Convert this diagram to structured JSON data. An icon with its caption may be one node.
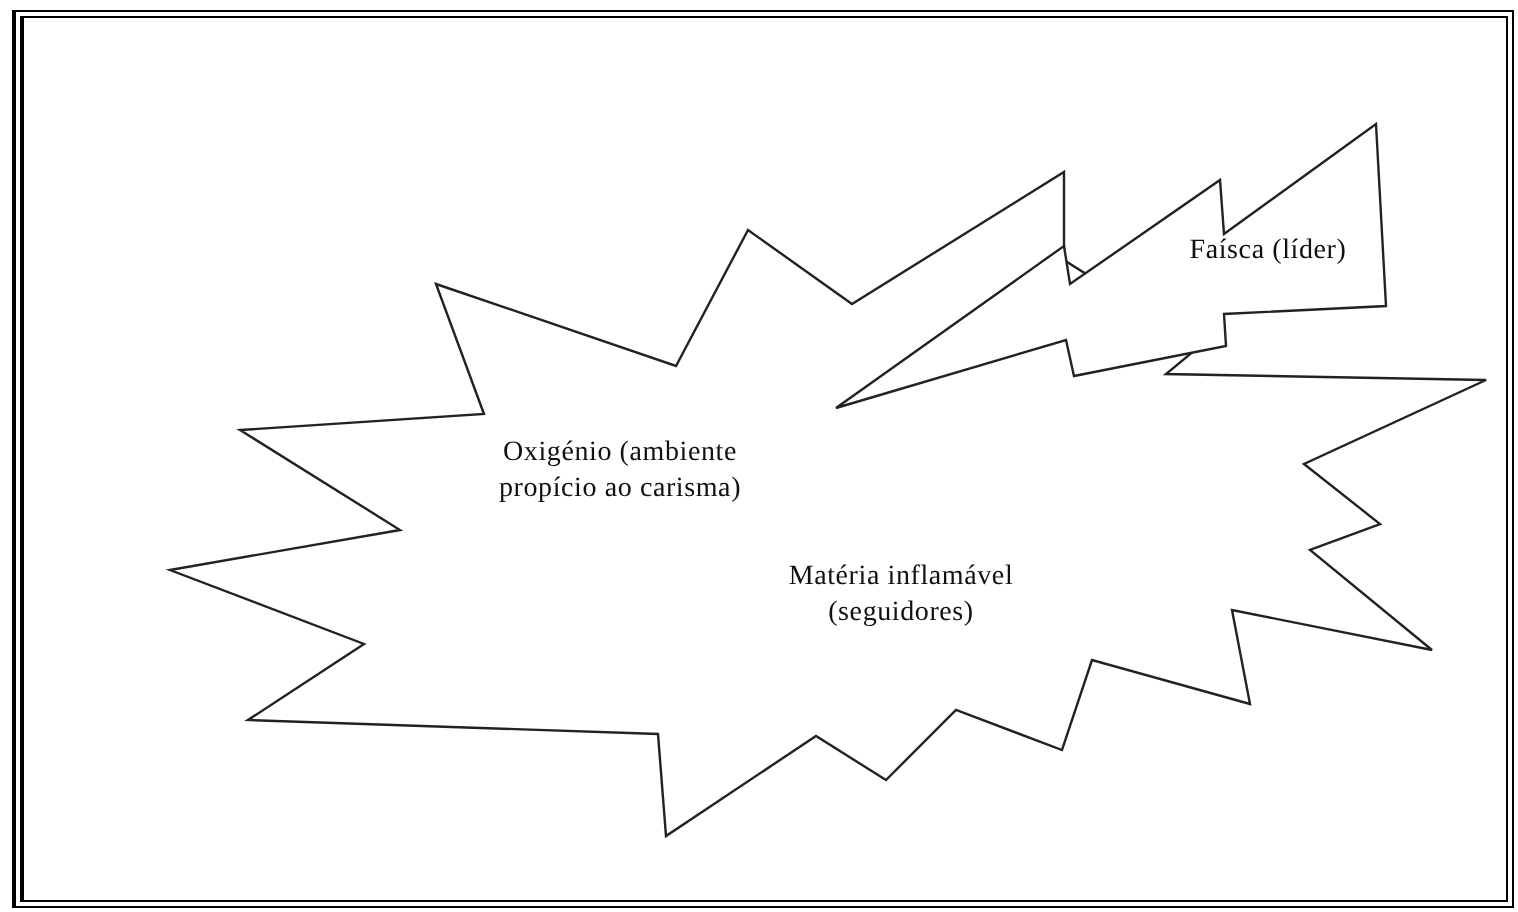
{
  "diagram": {
    "nodes": [
      {
        "text": [
          "Oxigénio (ambiente propício ao carisma)",
          "Matéria inflamável (seguidores)"
        ]
      },
      {
        "text": [
          "Faísca (líder)"
        ]
      }
    ]
  }
}
